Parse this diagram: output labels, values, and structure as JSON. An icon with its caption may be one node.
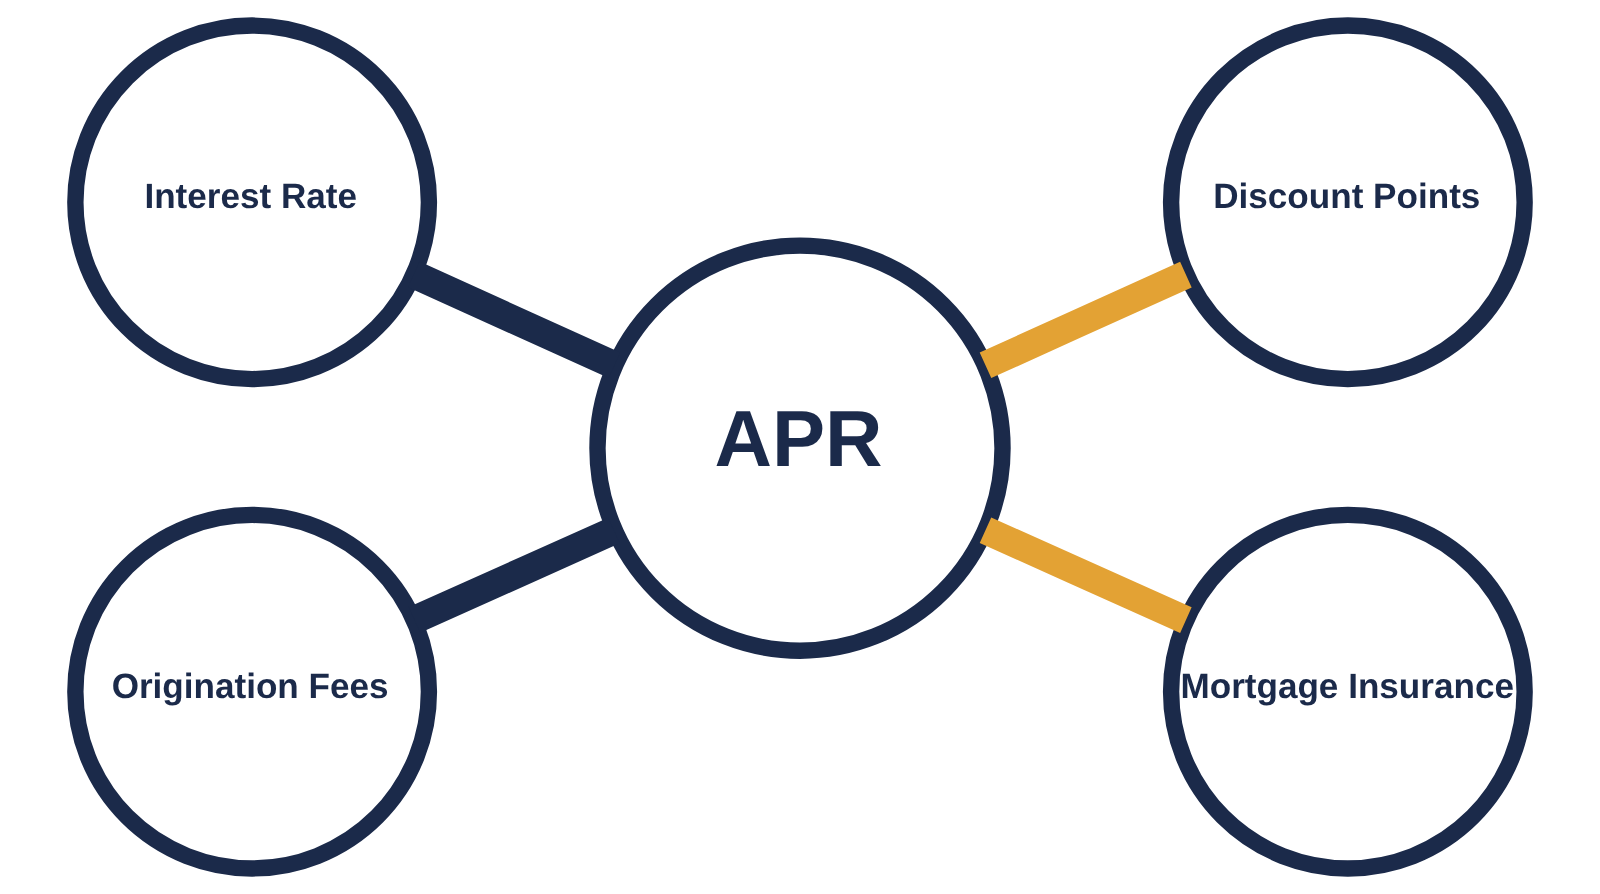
{
  "diagram": {
    "nodes": [
      {
        "text": [
          "Interest Rate"
        ]
      },
      {
        "text": [
          "Discount Points"
        ]
      },
      {
        "text": [
          "APR"
        ]
      },
      {
        "text": [
          "Origination Fees"
        ]
      },
      {
        "text": [
          "Mortgage Insurance"
        ]
      }
    ],
    "edges": [
      {
        "from": 0,
        "to": 2,
        "arrow": "none"
      },
      {
        "from": 2,
        "to": 1,
        "arrow": "none",
        "color": "#e3a234"
      },
      {
        "from": 3,
        "to": 2,
        "arrow": "none"
      },
      {
        "from": 2,
        "to": 4,
        "arrow": "none",
        "color": "#e3a234"
      }
    ]
  }
}
